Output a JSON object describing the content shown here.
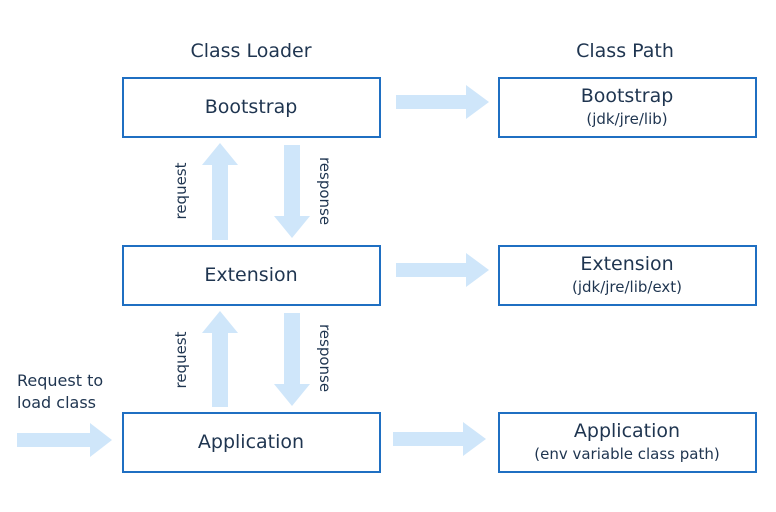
{
  "headings": {
    "class_loader": "Class Loader",
    "class_path": "Class Path"
  },
  "loaders": {
    "bootstrap": "Bootstrap",
    "extension": "Extension",
    "application": "Application"
  },
  "paths": {
    "bootstrap": {
      "name": "Bootstrap",
      "path": "(jdk/jre/lib)"
    },
    "extension": {
      "name": "Extension",
      "path": "(jdk/jre/lib/ext)"
    },
    "application": {
      "name": "Application",
      "path": "(env variable class path)"
    }
  },
  "flow": {
    "request": "request",
    "response": "response"
  },
  "input": {
    "line1": "Request to",
    "line2": "load class"
  },
  "colors": {
    "box_border": "#1f6fc2",
    "arrow_fill": "#cfe6fa",
    "text": "#1f3550"
  }
}
